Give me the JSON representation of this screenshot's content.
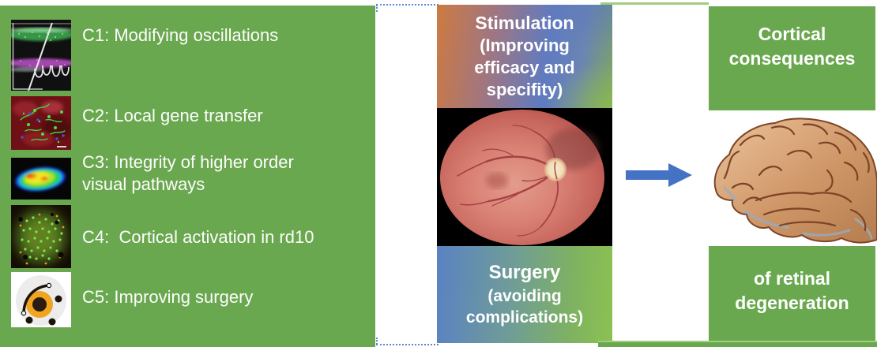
{
  "colors": {
    "panel_green": "#6aa84f",
    "panel_green_light_edge": "#a2cc80",
    "arrow_blue": "#4472c4",
    "selection_dash_blue": "#5c85d6",
    "stimulation_gradient": [
      "#cd7a40",
      "#5f7bc0",
      "#8dbb4e"
    ],
    "surgery_gradient": [
      "#5a82c3",
      "#8cc152"
    ],
    "text_white": "#ffffff"
  },
  "left_panel": {
    "items": [
      {
        "label": "C1: Modifying oscillations",
        "thumb": "retinal-section-microscopy-image"
      },
      {
        "label": "C2: Local gene transfer",
        "thumb": "fluorescence-microscopy-gene-transfer-image"
      },
      {
        "label": "C3: Integrity of higher order visual pathways",
        "thumb": "brain-activity-heatmap-image"
      },
      {
        "label": "C4:  Cortical activation in rd10",
        "thumb": "cortical-fluorescence-dots-image"
      },
      {
        "label": "C5: Improving surgery",
        "thumb": "eye-surgery-schematic-icon"
      }
    ]
  },
  "center": {
    "stimulation": {
      "title": "Stimulation",
      "lines": [
        "(Improving",
        "efficacy and",
        "specifity)"
      ]
    },
    "fundus_image": "color-fundus-photograph-of-retina",
    "surgery": {
      "title": "Surgery",
      "lines": [
        "(avoiding",
        "complications)"
      ]
    }
  },
  "right": {
    "top_box_lines": [
      "Cortical",
      "consequences"
    ],
    "brain_image": "human-brain-side-view-illustration",
    "bottom_box_lines": [
      "of retinal",
      "degeneration"
    ]
  }
}
